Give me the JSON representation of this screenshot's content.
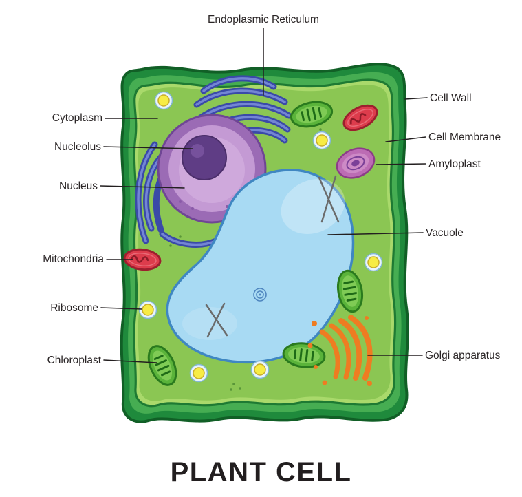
{
  "title": "PLANT CELL",
  "labels": {
    "endoplasmic_reticulum": "Endoplasmic Reticulum",
    "cell_wall": "Cell Wall",
    "cell_membrane": "Cell Membrane",
    "amyloplast": "Amyloplast",
    "vacuole": "Vacuole",
    "golgi_apparatus": "Golgi apparatus",
    "cytoplasm": "Cytoplasm",
    "nucleolus": "Nucleolus",
    "nucleus": "Nucleus",
    "mitochondria": "Mitochondria",
    "ribosome": "Ribosome",
    "chloroplast": "Chloroplast"
  },
  "colors": {
    "cell_wall_green": "#1f8a3c",
    "wall_band_green": "#46ad52",
    "cytoplasm_green": "#8bc653",
    "vacuole_blue": "#a8daf3",
    "nucleus_purple": "#9b6bb5",
    "nucleolus_purple": "#5f3d85",
    "er_blue": "#3a4aa8",
    "chloroplast_green": "#5ab33a",
    "mitochondria_red": "#dd3c4c",
    "ribosome_yellow": "#f7ec45",
    "golgi_orange": "#ee7c22",
    "amyloplast_magenta": "#bc6cb4",
    "label_text": "#2a2526"
  }
}
